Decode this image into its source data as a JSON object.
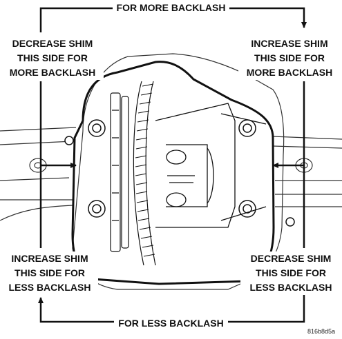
{
  "labels": {
    "top": "FOR MORE BACKLASH",
    "bottom": "FOR LESS BACKLASH",
    "top_left": [
      "DECREASE SHIM",
      "THIS SIDE FOR",
      "MORE BACKLASH"
    ],
    "top_right": [
      "INCREASE SHIM",
      "THIS SIDE FOR",
      "MORE BACKLASH"
    ],
    "bottom_left": [
      "INCREASE SHIM",
      "THIS SIDE FOR",
      "LESS BACKLASH"
    ],
    "bottom_right": [
      "DECREASE SHIM",
      "THIS SIDE FOR",
      "LESS BACKLASH"
    ]
  },
  "figure_code": "816b8d5a",
  "colors": {
    "line": "#111111",
    "background": "#ffffff"
  }
}
